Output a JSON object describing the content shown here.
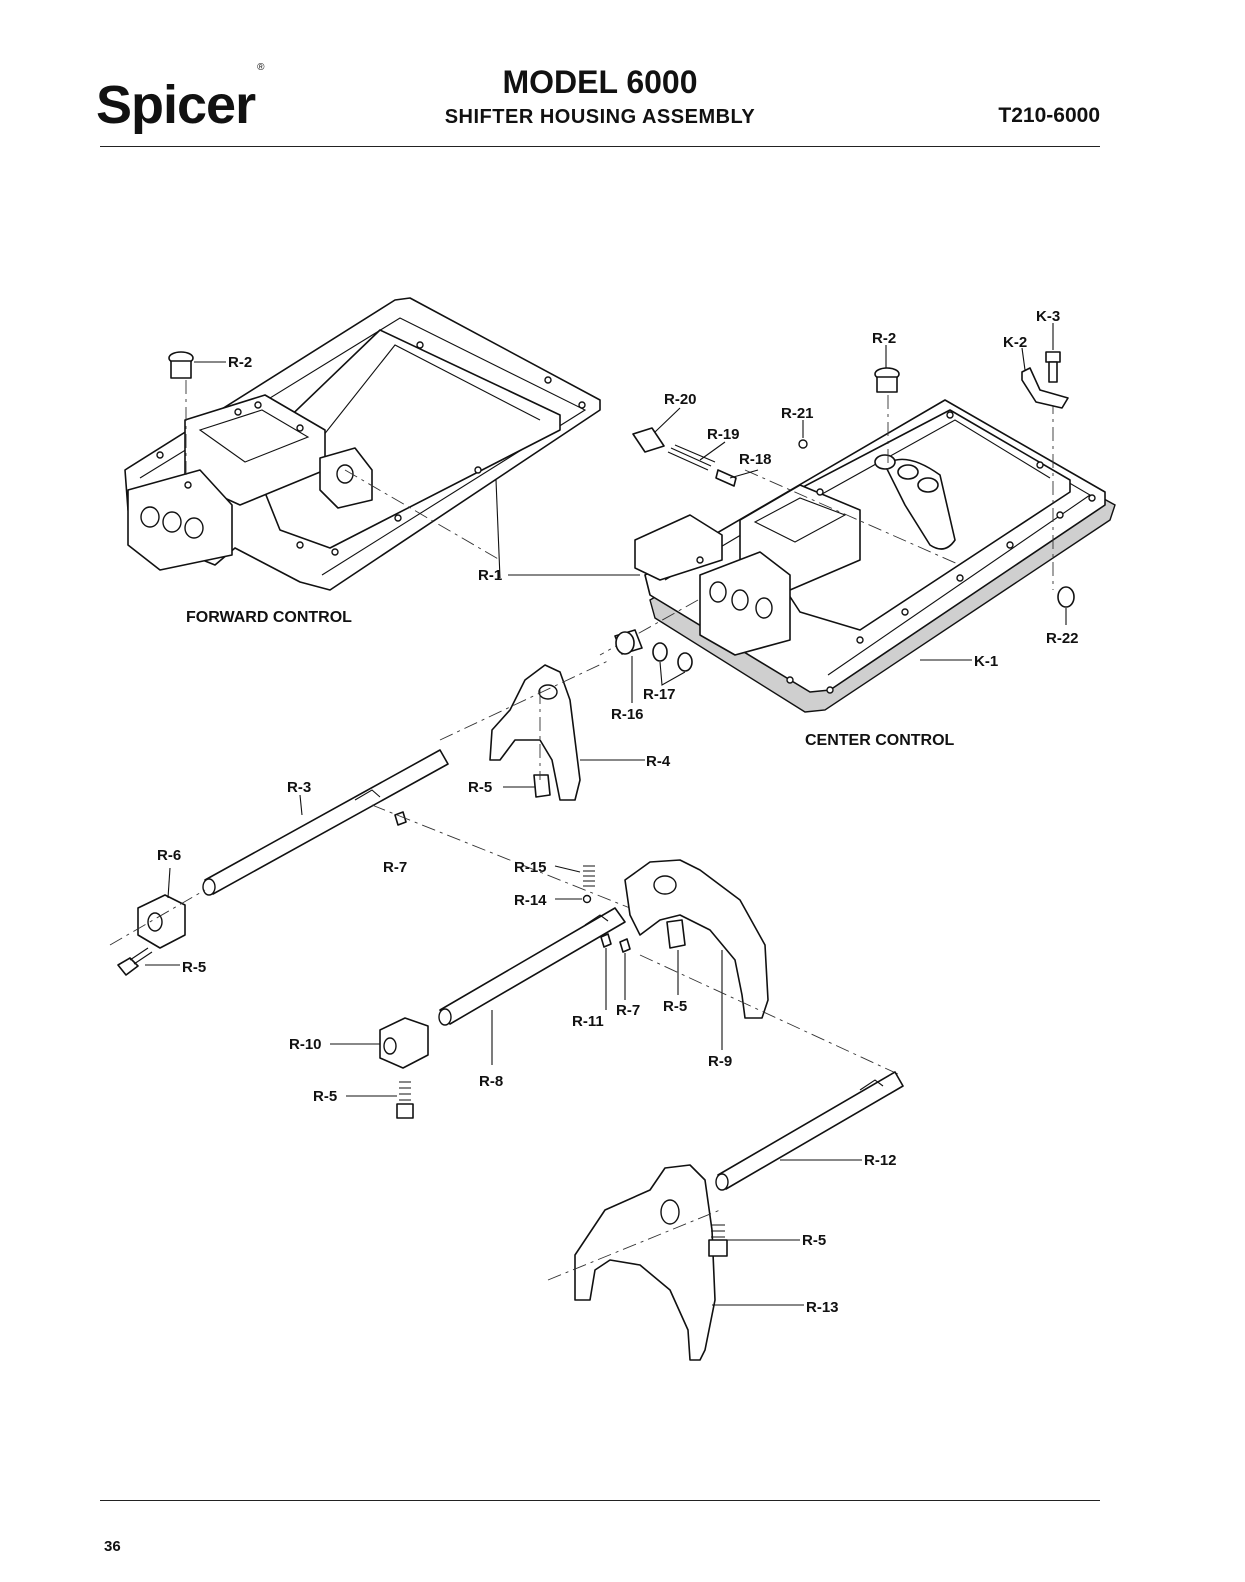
{
  "header": {
    "brand": "Spicer",
    "brand_mark": "®",
    "title": "MODEL 6000",
    "subtitle": "SHIFTER HOUSING ASSEMBLY",
    "doc_number": "T210-6000"
  },
  "captions": {
    "forward": "FORWARD CONTROL",
    "center": "CENTER CONTROL"
  },
  "labels": {
    "r1": "R-1",
    "r2a": "R-2",
    "r2b": "R-2",
    "r3": "R-3",
    "r4": "R-4",
    "r5a": "R-5",
    "r5b": "R-5",
    "r5c": "R-5",
    "r5d": "R-5",
    "r5e": "R-5",
    "r6": "R-6",
    "r7a": "R-7",
    "r7b": "R-7",
    "r8": "R-8",
    "r9": "R-9",
    "r10": "R-10",
    "r11": "R-11",
    "r12": "R-12",
    "r13": "R-13",
    "r14": "R-14",
    "r15": "R-15",
    "r16": "R-16",
    "r17": "R-17",
    "r18": "R-18",
    "r19": "R-19",
    "r20": "R-20",
    "r21": "R-21",
    "r22": "R-22",
    "k1": "K-1",
    "k2": "K-2",
    "k3": "K-3"
  },
  "footer": {
    "page_number": "36"
  }
}
